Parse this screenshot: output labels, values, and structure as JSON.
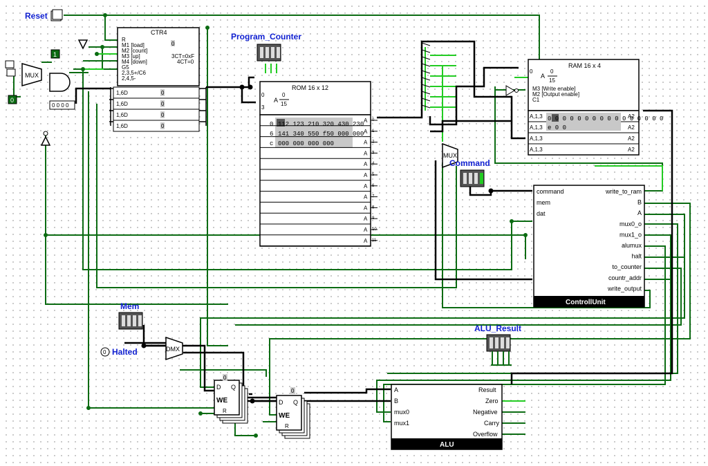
{
  "labels": {
    "reset": "Reset",
    "program_counter": "Program_Counter",
    "command": "Command",
    "mem": "Mem",
    "alu_result": "ALU_Result",
    "halted": "Halted",
    "halted_value": "0"
  },
  "ctr4": {
    "title": "CTR4",
    "pins": [
      "R",
      "M1 [load]",
      "M2 [count]",
      "M3 [up]",
      "M4 [down]",
      "G5",
      "2,3,5+/C6",
      "2,4,5-"
    ],
    "outputs": [
      "3CT=0xF",
      "4CT=0"
    ],
    "data_label": "1,6D",
    "value": "0",
    "const_in": "0 0 0 0"
  },
  "rom": {
    "title": "ROM 16 x 12",
    "addr_range": [
      "0",
      "15"
    ],
    "addr_pins": [
      "0",
      "3"
    ],
    "rows": [
      {
        "addr": "0",
        "data": "112 123 210 320 430 230"
      },
      {
        "addr": "6",
        "data": "141 340 550 f50 000 000"
      },
      {
        "addr": "c",
        "data": "000 000 000 000"
      }
    ],
    "out_pins": [
      "0",
      "1",
      "2",
      "3",
      "4",
      "5",
      "6",
      "7",
      "8",
      "9",
      "10",
      "11"
    ],
    "out_label": "A"
  },
  "ram": {
    "title": "RAM 16 x 4",
    "addr_range": [
      "0",
      "15"
    ],
    "pins": [
      "M3 [Write enable]",
      "M2 [Output enable]",
      "C1"
    ],
    "in_label": "A,1,3",
    "out_label": "A2",
    "row0": "0 0 0 0 0 0 0 0 0 0 0 0 0 0 0 0",
    "row1": "e 0 0"
  },
  "mux_left": "MUX",
  "mux_cmd": "MUX",
  "dmx": "DMX",
  "controll_unit": {
    "title": "ControllUnit",
    "inputs": [
      "command",
      "mem",
      "dat"
    ],
    "outputs": [
      "write_to_ram",
      "B",
      "A",
      "mux0_o",
      "mux1_o",
      "alumux",
      "halt",
      "to_counter",
      "countr_addr",
      "write_output"
    ]
  },
  "alu": {
    "title": "ALU",
    "inputs": [
      "A",
      "B",
      "mux0",
      "mux1"
    ],
    "outputs": [
      "Result",
      "Zero",
      "Negative",
      "Carry",
      "Overflow"
    ]
  },
  "register": {
    "pins": [
      "D",
      "Q",
      "WE",
      "R"
    ],
    "value": "0"
  },
  "const_one": "1",
  "const_zero": "0",
  "colors": {
    "wire_dark_green": "#0b6b12",
    "wire_bright_green": "#22cc22",
    "wire_black": "#000000",
    "label_blue": "#1020d0"
  }
}
